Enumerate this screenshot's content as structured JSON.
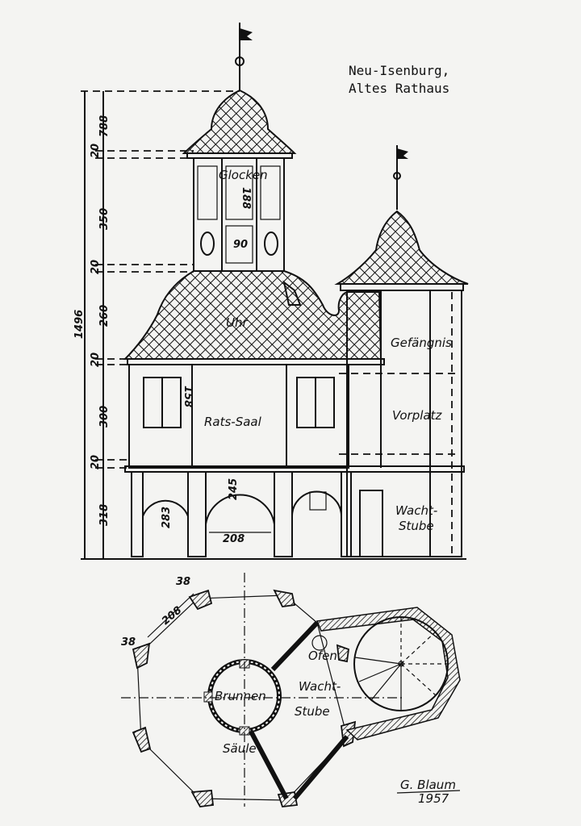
{
  "title": {
    "line1": "Neu-Isenburg,",
    "line2": "Altes Rathaus"
  },
  "elevation": {
    "dimensions": {
      "total": "1496",
      "spire": "788",
      "belfry": "350",
      "roof": "260",
      "upper_floor": "300",
      "ground_floor": "318",
      "cornice_1": "20",
      "cornice_2": "20",
      "cornice_3": "20",
      "cornice_4": "20",
      "window_height": "158",
      "arch_height_left": "283",
      "arch_height_center": "245",
      "arch_width": "208",
      "belfry_opening_height": "188",
      "clock_width": "90"
    },
    "labels": {
      "belfry": "Glocken",
      "clock": "Uhr",
      "hall": "Rats-Saal",
      "prison": "Gefängnis",
      "vestibule": "Vorplatz",
      "guardroom_1": "Wacht-",
      "guardroom_2": "Stube"
    }
  },
  "plan": {
    "dimensions": {
      "post_a": "38",
      "span": "208",
      "post_b": "38"
    },
    "labels": {
      "well": "Brunnen",
      "column": "Säule",
      "stove": "Ofen",
      "guardroom_1": "Wacht-",
      "guardroom_2": "Stube"
    }
  },
  "signature": {
    "name": "G. Blaum",
    "year": "1957"
  }
}
